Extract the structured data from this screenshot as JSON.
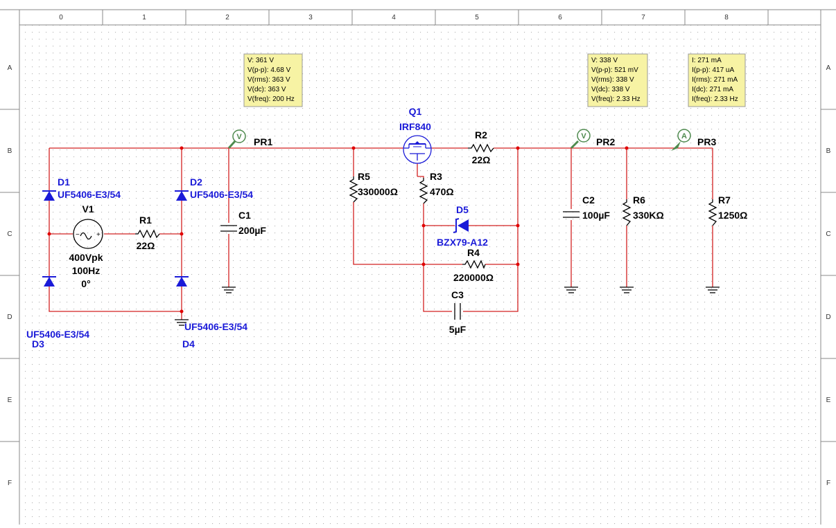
{
  "rulers": {
    "columns": [
      "0",
      "1",
      "2",
      "3",
      "4",
      "5",
      "6",
      "7",
      "8"
    ],
    "rows": [
      "A",
      "B",
      "C",
      "D",
      "E",
      "F"
    ]
  },
  "components": {
    "D1": {
      "ref": "D1",
      "model": "UF5406-E3/54"
    },
    "D2": {
      "ref": "D2",
      "model": "UF5406-E3/54"
    },
    "D3": {
      "ref": "D3",
      "model": "UF5406-E3/54"
    },
    "D4": {
      "ref": "D4",
      "model": "UF5406-E3/54"
    },
    "V1": {
      "ref": "V1",
      "amplitude": "400Vpk",
      "frequency": "100Hz",
      "phase": "0°"
    },
    "R1": {
      "ref": "R1",
      "value": "22Ω"
    },
    "C1": {
      "ref": "C1",
      "value": "200µF"
    },
    "Q1": {
      "ref": "Q1",
      "model": "IRF840"
    },
    "R2": {
      "ref": "R2",
      "value": "22Ω"
    },
    "R3": {
      "ref": "R3",
      "value": "470Ω"
    },
    "R4": {
      "ref": "R4",
      "value": "220000Ω"
    },
    "R5": {
      "ref": "R5",
      "value": "330000Ω"
    },
    "D5": {
      "ref": "D5",
      "model": "BZX79-A12"
    },
    "C3": {
      "ref": "C3",
      "value": "5µF"
    },
    "C2": {
      "ref": "C2",
      "value": "100µF"
    },
    "R6": {
      "ref": "R6",
      "value": "330KΩ"
    },
    "R7": {
      "ref": "R7",
      "value": "1250Ω"
    }
  },
  "probes": {
    "PR1": {
      "label": "PR1",
      "symbol": "V",
      "readings": [
        "V: 361 V",
        "V(p-p): 4.68 V",
        "V(rms): 363 V",
        "V(dc): 363 V",
        "V(freq): 200 Hz"
      ]
    },
    "PR2": {
      "label": "PR2",
      "symbol": "V",
      "readings": [
        "V: 338 V",
        "V(p-p): 521 mV",
        "V(rms): 338 V",
        "V(dc): 338 V",
        "V(freq): 2.33 Hz"
      ]
    },
    "PR3": {
      "label": "PR3",
      "symbol": "A",
      "readings": [
        "I: 271 mA",
        "I(p-p): 417 uA",
        "I(rms): 271 mA",
        "I(dc): 271 mA",
        "I(freq): 2.33 Hz"
      ]
    }
  },
  "colors": {
    "wire": "#d22020",
    "component_label": "#1a1ad8",
    "tooltip_bg": "#f7f3a4",
    "probe": "#4e8a4e",
    "grid_dot": "#b4b4b4"
  }
}
